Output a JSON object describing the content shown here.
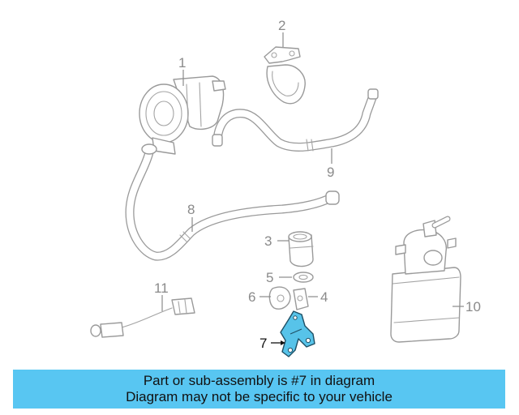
{
  "callouts": {
    "c1": "1",
    "c2": "2",
    "c3": "3",
    "c4": "4",
    "c5": "5",
    "c6": "6",
    "c7": "7",
    "c8": "8",
    "c9": "9",
    "c10": "10",
    "c11": "11"
  },
  "highlight_color": "#58c6f2",
  "banner": {
    "line1": "Part or sub-assembly is #7 in diagram",
    "line2": "Diagram may not be specific to your vehicle"
  }
}
